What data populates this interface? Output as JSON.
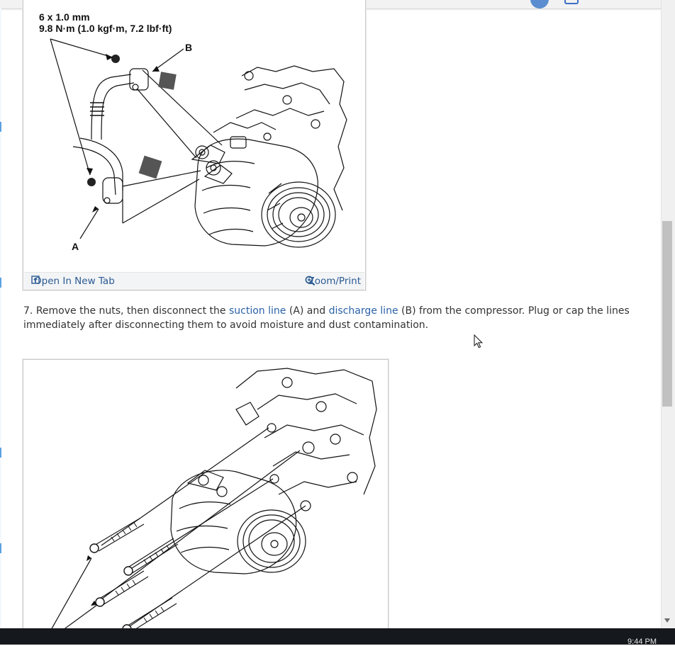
{
  "figure1": {
    "spec_line1": "6 x 1.0 mm",
    "spec_line2": "9.8 N·m (1.0 kgf·m, 7.2 lbf·ft)",
    "callout_a": "A",
    "callout_b": "B"
  },
  "toolbar": {
    "open_new_tab": "Open In New Tab",
    "zoom_print": "Zoom/Print"
  },
  "step": {
    "number": "7.",
    "text_1": "Remove the nuts, then disconnect the",
    "link_suction": "suction line",
    "text_2": "(A) and",
    "link_discharge": "discharge line",
    "text_3": "(B) from the compressor. Plug or cap the lines immediately after disconnecting them to avoid moisture and dust contamination."
  },
  "system_tray": {
    "clock": "9:44 PM"
  },
  "colors": {
    "link": "#2a62a8",
    "toolbar_bg": "#f3f4f6",
    "taskbar": "#15181c",
    "scroll_thumb": "#c1c1c1"
  }
}
